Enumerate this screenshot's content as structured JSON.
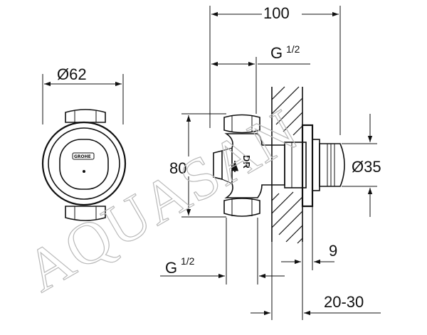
{
  "dimensions": {
    "overall_length": "100",
    "diameter_body": "Ø62",
    "height": "80",
    "diameter_cap": "Ø35",
    "thread_top": {
      "main": "G",
      "fraction": "1/2"
    },
    "thread_bottom": {
      "main": "G",
      "fraction": "1/2"
    },
    "offset": "9",
    "wall_range": "20-30"
  },
  "body_marking": "DR",
  "brand_mark": "GROHE",
  "watermark": "AQUASAN",
  "colors": {
    "ink": "#111111",
    "watermark": "#b9b9b9"
  }
}
